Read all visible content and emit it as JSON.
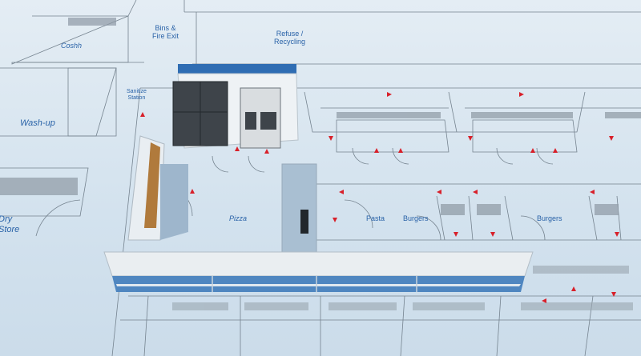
{
  "title": "Kitchen layout floor plan render",
  "room_labels": {
    "bins_fire_exit": [
      "Bins &",
      "Fire Exit"
    ],
    "refuse_recycling": [
      "Refuse /",
      "Recycling"
    ],
    "coshh": "Coshh",
    "sanitize_station": [
      "Sanitize",
      "Station"
    ],
    "wash_up": "Wash-up",
    "dry_store": [
      "Dry",
      "Store"
    ],
    "pizza": "Pizza",
    "pasta": "Pasta",
    "burgers_1": "Burgers",
    "burgers_2": "Burgers"
  },
  "colors": {
    "background": "#d6e4ef",
    "plan_lines": "#6f7f8e",
    "label_text": "#2a63a8",
    "flow_arrows": "#d8202a",
    "counter_blue": "#4f86c0",
    "equipment": "#3e444a"
  }
}
